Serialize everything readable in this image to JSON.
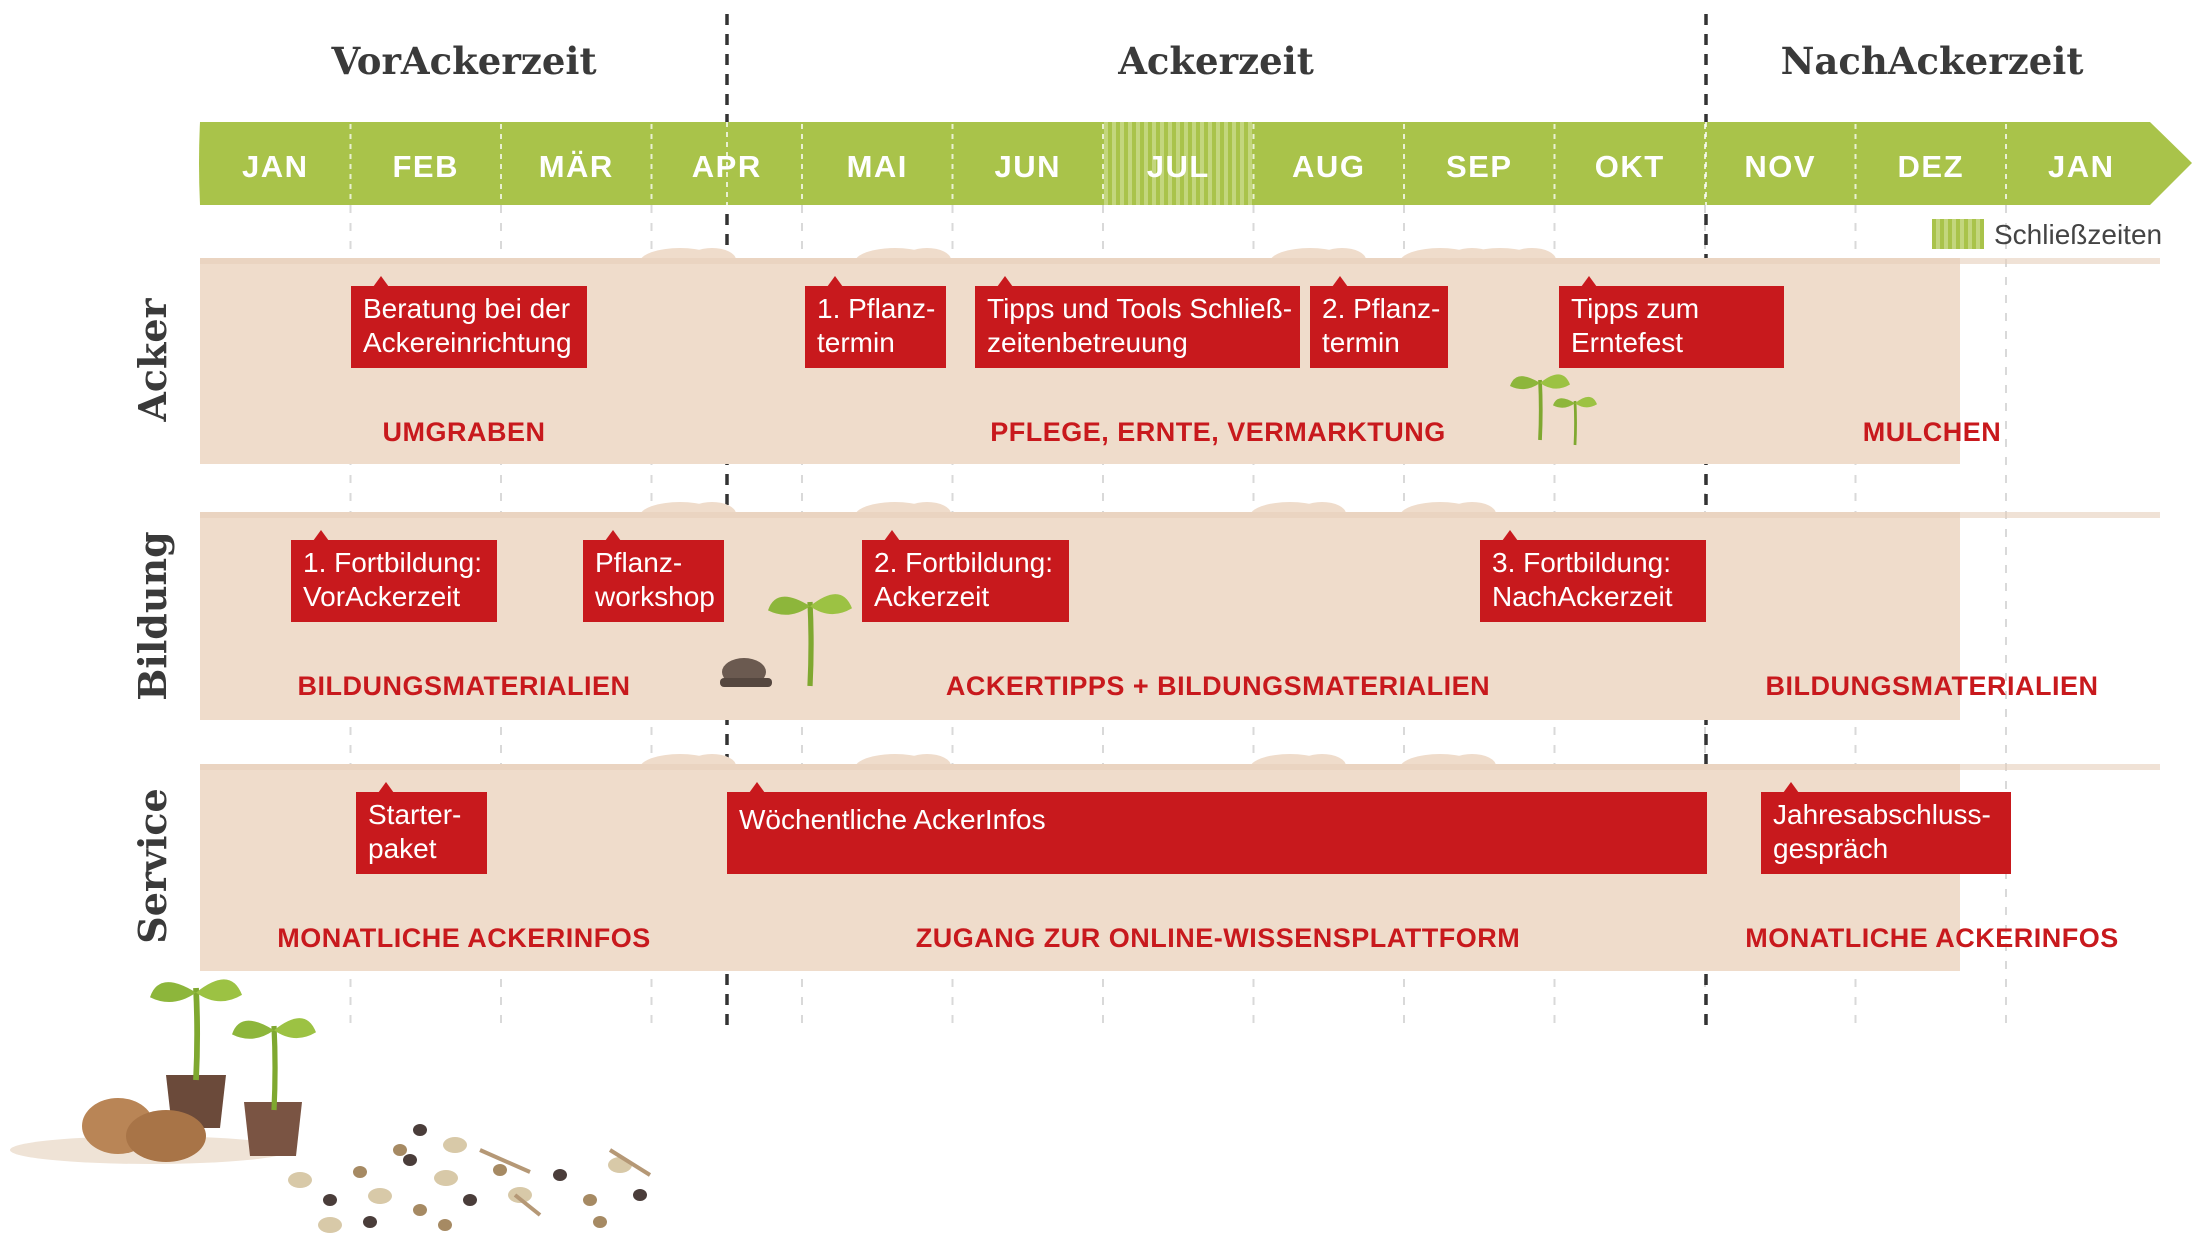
{
  "phases": [
    "VorAckerzeit",
    "Ackerzeit",
    "NachAckerzeit"
  ],
  "months": [
    "JAN",
    "FEB",
    "MÄR",
    "APR",
    "MAI",
    "JUN",
    "JUL",
    "AUG",
    "SEP",
    "OKT",
    "NOV",
    "DEZ",
    "JAN"
  ],
  "closure_month_index": 6,
  "legend": {
    "label": "Schließzeiten"
  },
  "colors": {
    "timeline": "#a9c34a",
    "closure": "#c3d67d",
    "band": "#efdccb",
    "event": "#c8191d",
    "activity_text": "#c8191d",
    "heading": "#3a3a3a"
  },
  "rows": [
    {
      "label": "Acker",
      "events": [
        {
          "lines": [
            "Beratung bei der",
            "Ackereinrichtung"
          ]
        },
        {
          "lines": [
            "1. Pflanz-",
            "termin"
          ]
        },
        {
          "lines": [
            "Tipps und Tools Schließ-",
            "zeitenbetreuung"
          ]
        },
        {
          "lines": [
            "2. Pflanz-",
            "termin"
          ]
        },
        {
          "lines": [
            "Tipps zum",
            "Erntefest"
          ]
        }
      ],
      "activities": [
        "UMGRABEN",
        "PFLEGE, ERNTE, VERMARKTUNG",
        "MULCHEN"
      ]
    },
    {
      "label": "Bildung",
      "events": [
        {
          "lines": [
            "1. Fortbildung:",
            "VorAckerzeit"
          ]
        },
        {
          "lines": [
            "Pflanz-",
            "workshop"
          ]
        },
        {
          "lines": [
            "2. Fortbildung:",
            "Ackerzeit"
          ]
        },
        {
          "lines": [
            "3. Fortbildung:",
            "NachAckerzeit"
          ]
        }
      ],
      "activities": [
        "BILDUNGSMATERIALIEN",
        "ACKERTIPPS + BILDUNGSMATERIALIEN",
        "BILDUNGSMATERIALIEN"
      ]
    },
    {
      "label": "Service",
      "events": [
        {
          "lines": [
            "Starter-",
            "paket"
          ]
        },
        {
          "lines": [
            "Wöchentliche AckerInfos"
          ]
        },
        {
          "lines": [
            "Jahresabschluss-",
            "gespräch"
          ]
        }
      ],
      "activities": [
        "MONATLICHE ACKERINFOS",
        "ZUGANG ZUR ONLINE-WISSENSPLATTFORM",
        "MONATLICHE ACKERINFOS"
      ]
    }
  ]
}
